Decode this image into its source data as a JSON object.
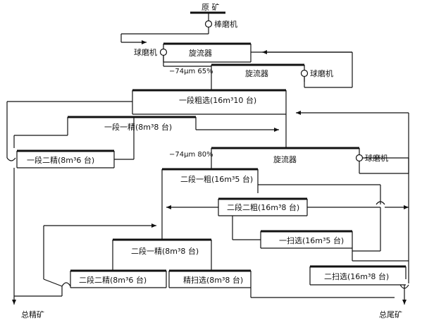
{
  "title": "原 矿",
  "labels": {
    "rod_mill": "棒磨机",
    "ball_mill": "球磨机",
    "cyclone": "旋流器",
    "grind_65": "−74μm 65%",
    "grind_80": "−74μm 80%",
    "rough1": "一段粗选(16m³10 台)",
    "clean1_1": "一段一精(8m³8 台)",
    "clean1_2": "一段二精(8m³6 台)",
    "rough2_1": "二段一粗(16m³5 台)",
    "rough2_2": "二段二粗(16m³8 台)",
    "scav1": "一扫选(16m³5 台)",
    "clean2_1": "二段一精(8m³8 台)",
    "clean2_2": "二段二精(8m³6 台)",
    "clean_scav": "精扫选(8m³8 台)",
    "scav2": "二扫选(16m³8 台)",
    "total_conc": "总精矿",
    "total_tail": "总尾矿"
  }
}
